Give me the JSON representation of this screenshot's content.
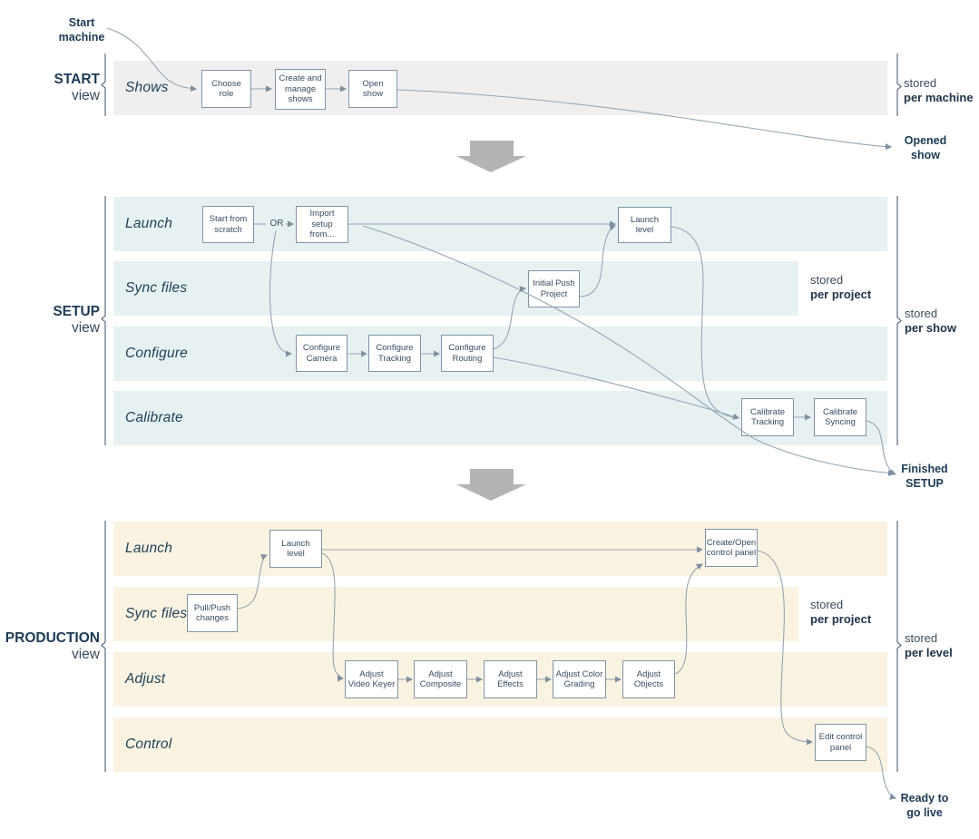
{
  "colors": {
    "start_lane": "#efeff0",
    "setup_lane": "#e8f1f2",
    "production_lane": "#faf3e2",
    "connector": "#96a5b2",
    "section_arrow": "#b4b4b5",
    "navy_text": "#1d3a55",
    "box_border": "#8194a6"
  },
  "start": {
    "section_label": "START",
    "view_label": "view",
    "entry_label": "Start machine",
    "exit_label": "Opened show",
    "stored_label": "stored",
    "stored_scope": "per machine",
    "lanes": [
      {
        "label": "Shows",
        "boxes": [
          "Choose role",
          "Create and manage shows",
          "Open show"
        ]
      }
    ]
  },
  "setup": {
    "section_label": "SETUP",
    "view_label": "view",
    "exit_label": "Finished SETUP",
    "stored_label": "stored",
    "stored_scope": "per show",
    "sync_stored_label": "stored",
    "sync_stored_scope": "per project",
    "or_label": "OR",
    "lanes": [
      {
        "label": "Launch",
        "boxes": [
          "Start from scratch",
          "Import setup from...",
          "Launch level"
        ]
      },
      {
        "label": "Sync files",
        "boxes": [
          "Initial Push Project"
        ]
      },
      {
        "label": "Configure",
        "boxes": [
          "Configure Camera",
          "Configure Tracking",
          "Configure Routing"
        ]
      },
      {
        "label": "Calibrate",
        "boxes": [
          "Calibrate Tracking",
          "Calibrate Syncing"
        ]
      }
    ]
  },
  "production": {
    "section_label": "PRODUCTION",
    "view_label": "view",
    "exit_label": "Ready to go live",
    "stored_label": "stored",
    "stored_scope": "per level",
    "sync_stored_label": "stored",
    "sync_stored_scope": "per project",
    "lanes": [
      {
        "label": "Launch",
        "boxes": [
          "Launch level",
          "Create/Open control panel"
        ]
      },
      {
        "label": "Sync files",
        "boxes": [
          "Pull/Push changes"
        ]
      },
      {
        "label": "Adjust",
        "boxes": [
          "Adjust Video Keyer",
          "Adjust Composite",
          "Adjust Effects",
          "Adjust Color Grading",
          "Adjust Objects"
        ]
      },
      {
        "label": "Control",
        "boxes": [
          "Edit control panel"
        ]
      }
    ]
  }
}
